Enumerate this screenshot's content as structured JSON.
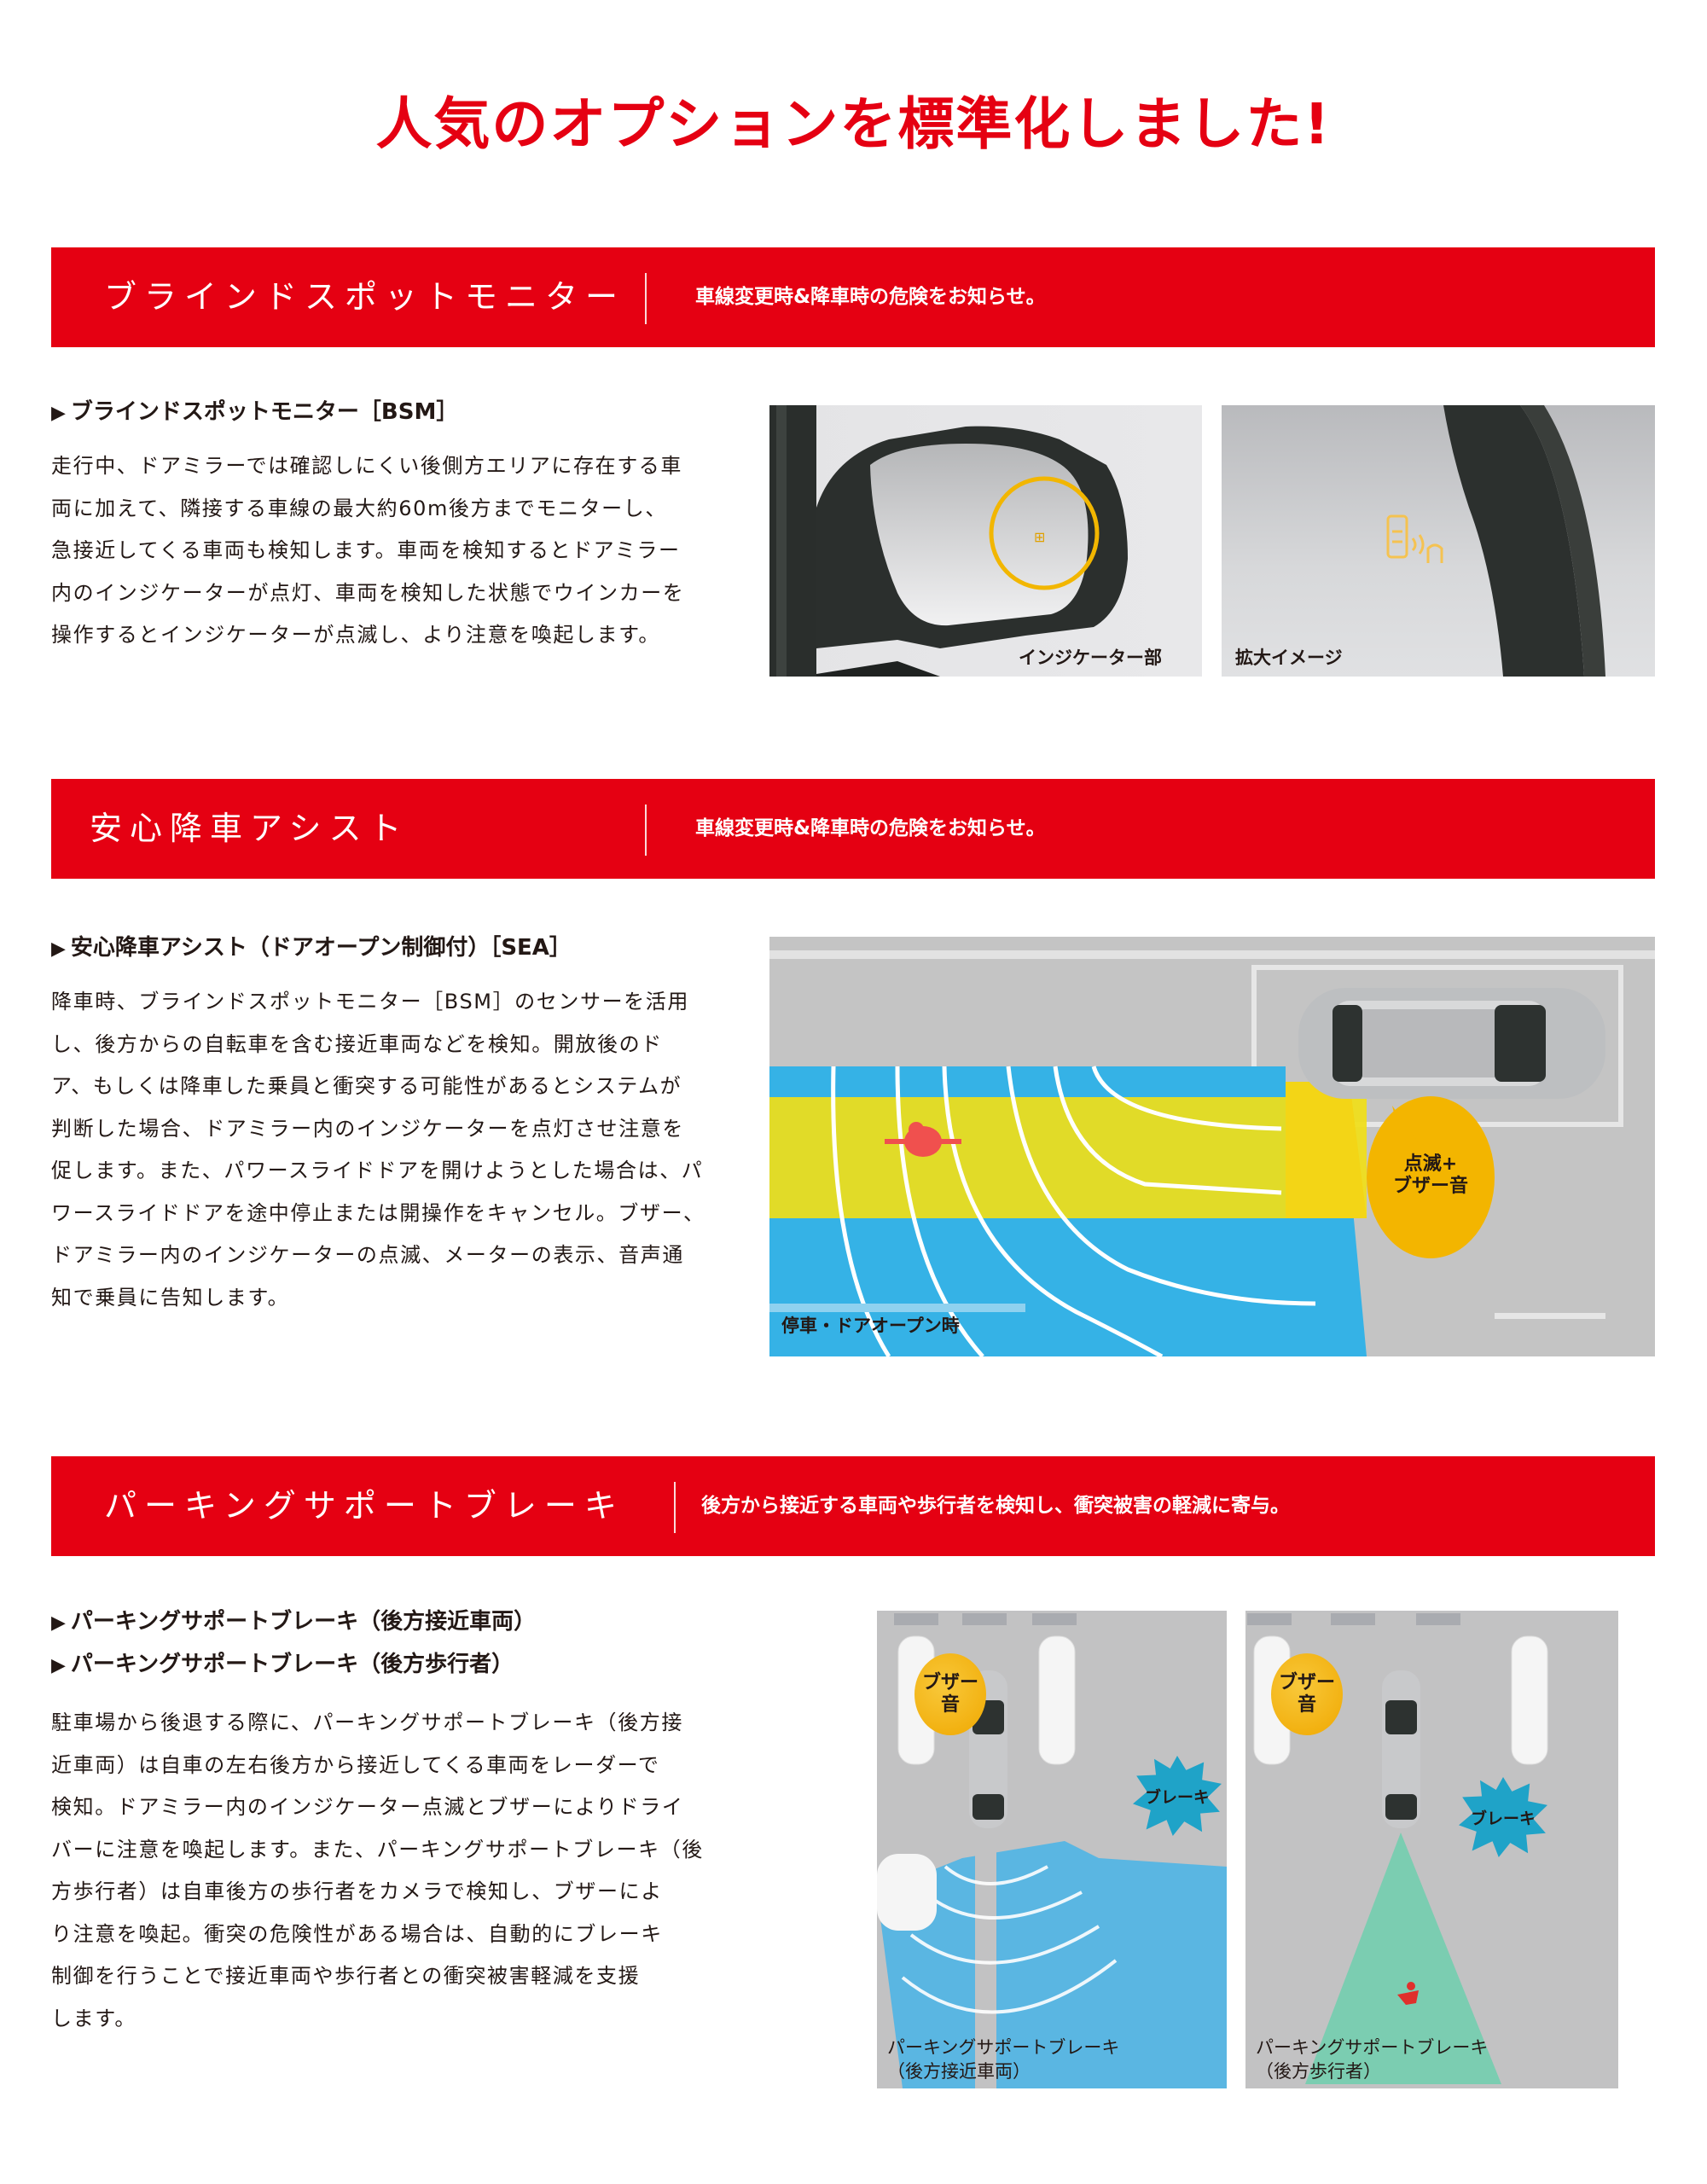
{
  "page": {
    "title": "人気のオプションを標準化しました!",
    "accent_color": "#e50012"
  },
  "sections": [
    {
      "banner": {
        "title": "ブラインドスポットモニター",
        "subtitle": "車線変更時&降車時の危険をお知らせ。"
      },
      "feature_headings": [
        "ブラインドスポットモニター［BSM］"
      ],
      "body_lines": [
        "走行中、ドアミラーでは確認しにくい後側方エリアに存在する車",
        "両に加えて、隣接する車線の最大約60m後方までモニターし、",
        "急接近してくる車両も検知します。車両を検知するとドアミラー",
        "内のインジケーターが点灯、車両を検知した状態でウインカーを",
        "操作するとインジケーターが点滅し、より注意を喚起します。"
      ],
      "images": [
        {
          "caption": "インジケーター部",
          "icon": "door-mirror-indicator-icon"
        },
        {
          "caption": "拡大イメージ",
          "icon": "bsm-indicator-closeup-icon"
        }
      ]
    },
    {
      "banner": {
        "title": "安心降車アシスト",
        "subtitle": "車線変更時&降車時の危険をお知らせ。"
      },
      "feature_headings": [
        "安心降車アシスト（ドアオープン制御付）［SEA］"
      ],
      "body_lines": [
        "降車時、ブラインドスポットモニター［BSM］のセンサーを活用",
        "し、後方からの自転車を含む接近車両などを検知。開放後のド",
        "ア、もしくは降車した乗員と衝突する可能性があるとシステムが",
        "判断した場合、ドアミラー内のインジケーターを点灯させ注意を",
        "促します。また、パワースライドドアを開けようとした場合は、パ",
        "ワースライドドアを途中停止または開操作をキャンセル。ブザー、",
        "ドアミラー内のインジケーターの点滅、メーターの表示、音声通",
        "知で乗員に告知します。"
      ],
      "images": [
        {
          "caption": "停車・ドアオープン時",
          "bubble_line1": "点滅+",
          "bubble_line2": "ブザー音"
        }
      ]
    },
    {
      "banner": {
        "title": "パーキングサポートブレーキ",
        "subtitle": "後方から接近する車両や歩行者を検知し、衝突被害の軽減に寄与。"
      },
      "feature_headings": [
        "パーキングサポートブレーキ（後方接近車両）",
        "パーキングサポートブレーキ（後方歩行者）"
      ],
      "body_lines": [
        "駐車場から後退する際に、パーキングサポートブレーキ（後方接",
        "近車両）は自車の左右後方から接近してくる車両をレーダーで",
        "検知。ドアミラー内のインジケーター点滅とブザーによりドライ",
        "バーに注意を喚起します。また、パーキングサポートブレーキ（後",
        "方歩行者）は自車後方の歩行者をカメラで検知し、ブザーによ",
        "り注意を喚起。衝突の危険性がある場合は、自動的にブレーキ",
        "制御を行うことで接近車両や歩行者との衝突被害軽減を支援",
        "します。"
      ],
      "images": [
        {
          "caption_line1": "パーキングサポートブレーキ",
          "caption_line2": "（後方接近車両）",
          "bubble_line1": "ブザー",
          "bubble_line2": "音",
          "burst": "ブレーキ"
        },
        {
          "caption_line1": "パーキングサポートブレーキ",
          "caption_line2": "（後方歩行者）",
          "bubble_line1": "ブザー",
          "bubble_line2": "音",
          "burst": "ブレーキ"
        }
      ]
    }
  ],
  "icons": {
    "heading_marker": "▶"
  }
}
